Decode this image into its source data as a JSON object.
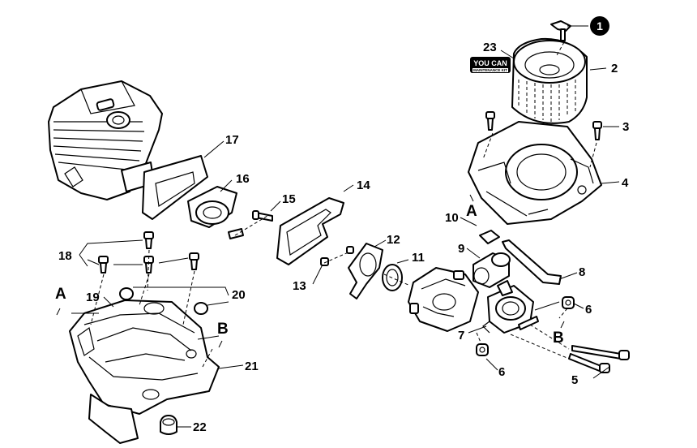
{
  "callouts": {
    "c1": "1",
    "c2": "2",
    "c3": "3",
    "c4": "4",
    "c5": "5",
    "c6a": "6",
    "c6b": "6",
    "c7": "7",
    "c8": "8",
    "c9": "9",
    "c10": "10",
    "c11": "11",
    "c12": "12",
    "c13": "13",
    "c14": "14",
    "c15": "15",
    "c16": "16",
    "c17": "17",
    "c18": "18",
    "c19": "19",
    "c20": "20",
    "c21": "21",
    "c22": "22",
    "c23": "23"
  },
  "markers": {
    "a_top": "A",
    "a_left": "A",
    "b_left": "B",
    "b_right": "B"
  },
  "kit_logo": {
    "line1": "YOU CAN",
    "line2": "MAINTENANCE KIT"
  },
  "colors": {
    "ink": "#000000",
    "paper": "#ffffff"
  }
}
